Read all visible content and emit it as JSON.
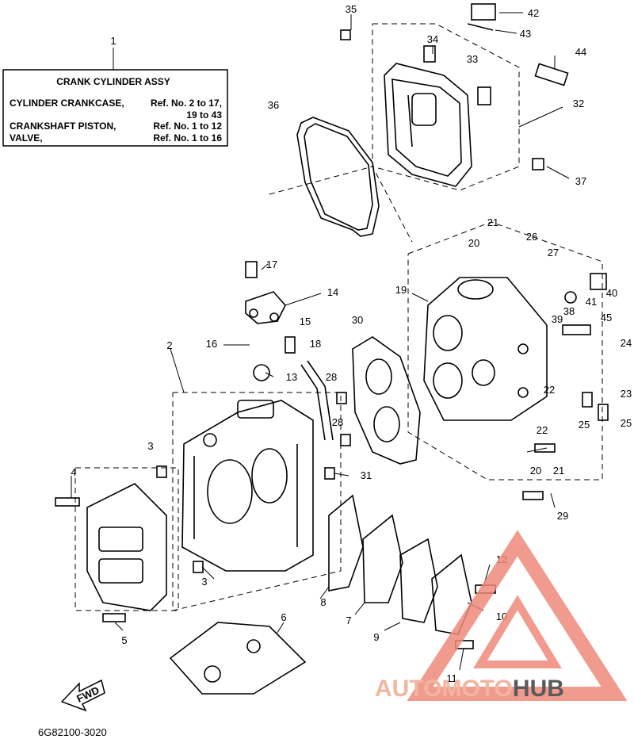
{
  "assembly_box": {
    "ref": "1",
    "title": "CRANK CYLINDER ASSY",
    "lines": [
      {
        "name": "CYLINDER CRANKCASE,",
        "ref": "Ref. No. 2 to 17,"
      },
      {
        "name": "",
        "ref": "19 to 43"
      },
      {
        "name": "CRANKSHAFT PISTON,",
        "ref": "Ref. No. 1 to 12"
      },
      {
        "name": "VALVE,",
        "ref": "Ref. No. 1 to 16"
      }
    ]
  },
  "callouts": [
    "35",
    "42",
    "43",
    "34",
    "33",
    "44",
    "32",
    "36",
    "37",
    "21",
    "26",
    "20",
    "27",
    "17",
    "19",
    "40",
    "41",
    "14",
    "38",
    "45",
    "15",
    "39",
    "30",
    "18",
    "16",
    "24",
    "2",
    "13",
    "28",
    "22",
    "23",
    "25",
    "3",
    "28",
    "31",
    "25",
    "22",
    "4",
    "20",
    "21",
    "29",
    "12",
    "3",
    "8",
    "10",
    "7",
    "9",
    "5",
    "6",
    "11"
  ],
  "diagram_code": "6G82100-3020",
  "fwd_label": "FWD",
  "watermark": {
    "part_a": "AUTOMOTO",
    "part_b": "HUB",
    "color_a": "#f2b6a0",
    "color_b": "#5a5a5a",
    "logo_color": "#ee8a7a"
  }
}
